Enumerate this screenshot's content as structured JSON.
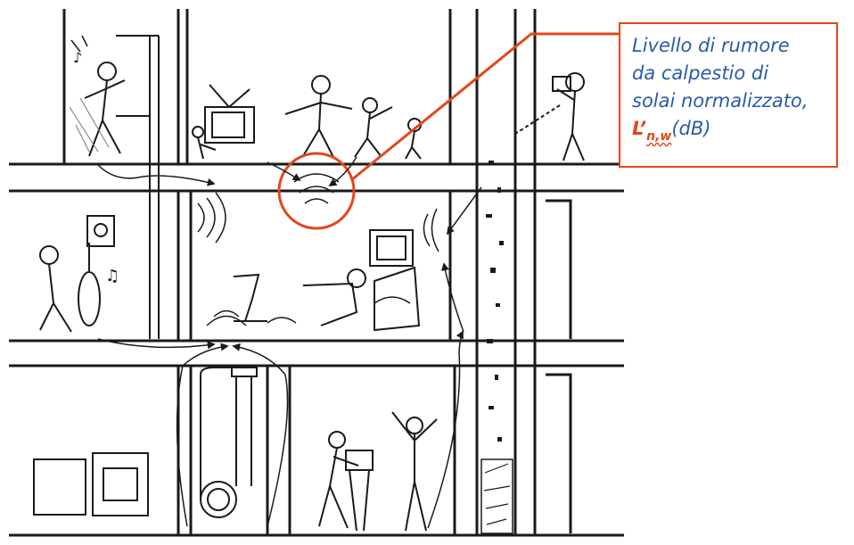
{
  "callout": {
    "line1": "Livello di rumore",
    "line2": "da calpestio di",
    "line3": "solai normalizzato,",
    "symbol": "L’",
    "subscript": "n,w",
    "unit": "(dB)"
  },
  "colors": {
    "accent": "#e0481a",
    "text": "#2a5aa8",
    "ink": "#1a1a1a"
  }
}
